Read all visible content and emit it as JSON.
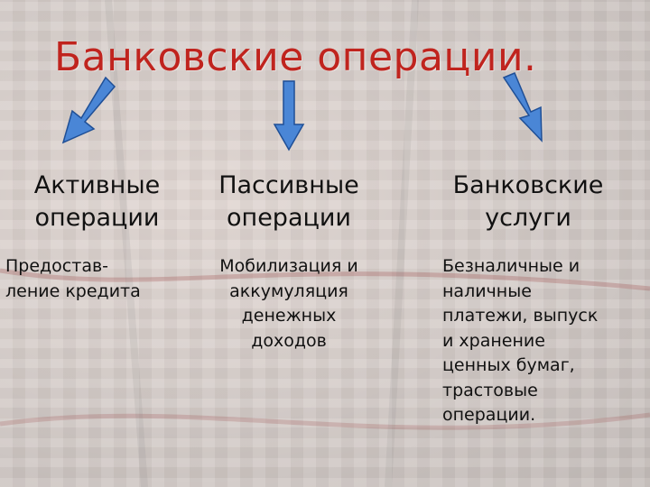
{
  "title": "Банковские операции.",
  "columns": [
    {
      "heading_line1": "Активные",
      "heading_line2": "операции",
      "body_lines": [
        "Предостав-",
        "ление кредита"
      ]
    },
    {
      "heading_line1": "Пассивные",
      "heading_line2": "операции",
      "body_lines": [
        "Мобилизация и",
        "аккумуляция",
        "денежных",
        "доходов"
      ]
    },
    {
      "heading_line1": "Банковские",
      "heading_line2": "услуги",
      "body_lines": [
        "Безналичные и",
        "наличные",
        "платежи, выпуск",
        "и хранение",
        "ценных бумаг,",
        "трастовые",
        "операции."
      ]
    }
  ],
  "colors": {
    "title": "#c0241e",
    "arrow_fill": "#4a86d6",
    "arrow_stroke": "#1f4f96"
  }
}
